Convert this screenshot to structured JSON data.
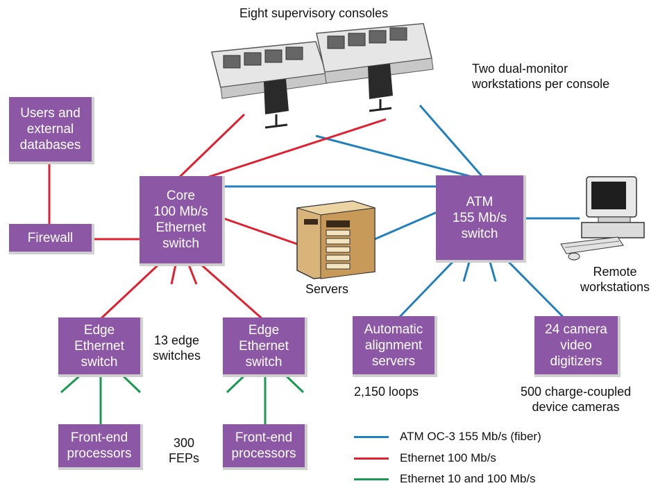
{
  "colors": {
    "atm": "#1f7fbf",
    "eth100": "#e02030",
    "eth10": "#1a9a50",
    "box": "#8c58a6"
  },
  "nodes": {
    "users": [
      "Users and",
      "external",
      "databases"
    ],
    "firewall": [
      "Firewall"
    ],
    "core": [
      "Core",
      "100 Mb/s",
      "Ethernet",
      "switch"
    ],
    "atm": [
      "ATM",
      "155 Mb/s",
      "switch"
    ],
    "edge_left": [
      "Edge",
      "Ethernet",
      "switch"
    ],
    "edge_right": [
      "Edge",
      "Ethernet",
      "switch"
    ],
    "fep_left": [
      "Front-end",
      "processors"
    ],
    "fep_right": [
      "Front-end",
      "processors"
    ],
    "alignment": [
      "Automatic",
      "alignment",
      "servers"
    ],
    "digitizers": [
      "24 camera",
      "video",
      "digitizers"
    ]
  },
  "labels": {
    "consoles": "Eight supervisory consoles",
    "workstations_per_console": [
      "Two dual-monitor",
      "workstations per console"
    ],
    "servers": "Servers",
    "remote": [
      "Remote",
      "workstations"
    ],
    "edge_count": [
      "13 edge",
      "switches"
    ],
    "fep_count": [
      "300",
      "FEPs"
    ],
    "loops": "2,150 loops",
    "cameras": [
      "500 charge-coupled",
      "device cameras"
    ]
  },
  "legend": [
    {
      "key": "atm",
      "label": "ATM OC-3 155 Mb/s (fiber)"
    },
    {
      "key": "eth100",
      "label": "Ethernet 100 Mb/s"
    },
    {
      "key": "eth10",
      "label": "Ethernet 10 and 100 Mb/s"
    }
  ]
}
